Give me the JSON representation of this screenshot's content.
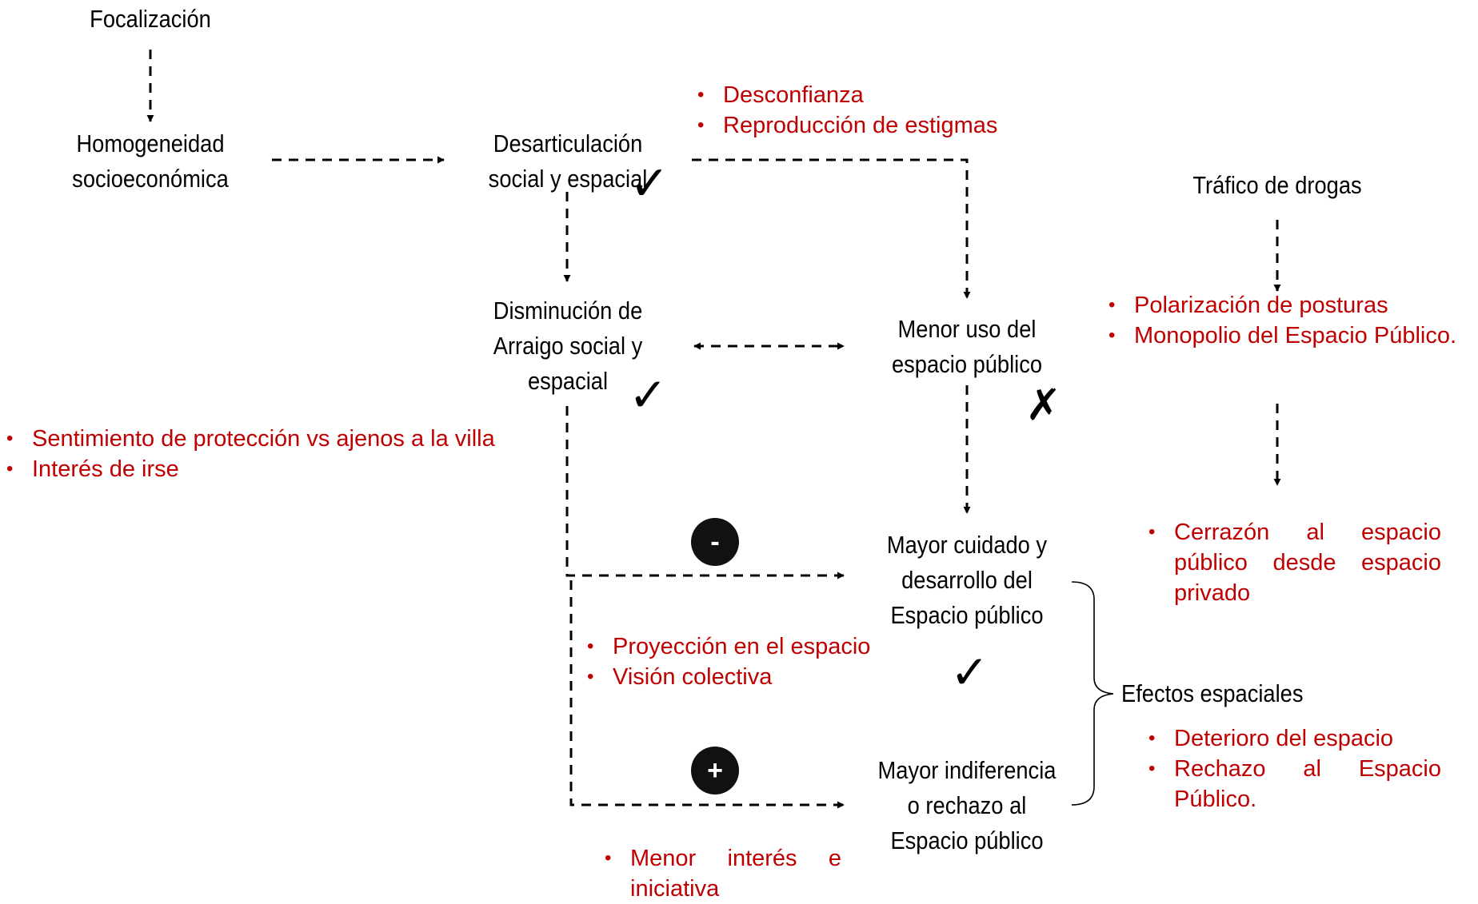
{
  "nodes": {
    "focalizacion": [
      "Focalización"
    ],
    "homogeneidad": [
      "Homogeneidad",
      "socioeconómica"
    ],
    "desarticulacion": [
      "Desarticulación",
      "social y espacial"
    ],
    "disminucion": [
      "Disminución de",
      "Arraigo social y",
      "espacial"
    ],
    "menor_uso": [
      "Menor uso del",
      "espacio público"
    ],
    "trafico": [
      "Tráfico de drogas"
    ],
    "mayor_cuidado": [
      "Mayor cuidado y",
      "desarrollo del",
      "Espacio público"
    ],
    "mayor_indiferencia": [
      "Mayor indiferencia",
      "o rechazo al",
      "Espacio público"
    ],
    "efectos": [
      "Efectos espaciales"
    ]
  },
  "bullets": {
    "desconfianza": [
      "Desconfianza",
      "Reproducción de estigmas"
    ],
    "sentimiento": [
      "Sentimiento de protección vs ajenos a la villa",
      "Interés de irse"
    ],
    "polarizacion": [
      "Polarización de posturas",
      "Monopolio del Espacio Público."
    ],
    "cerrazon": [
      "Cerrazón al espacio público desde espacio privado"
    ],
    "proyeccion": [
      "Proyección en el espacio",
      "Visión colectiva"
    ],
    "deterioro": [
      "Deterioro del espacio",
      "Rechazo al Espacio Público."
    ],
    "menor_interes": [
      "Menor interés e iniciativa"
    ]
  },
  "badges": {
    "minus": "-",
    "plus": "+"
  },
  "marks": {
    "check": "✓",
    "cross": "✗"
  },
  "colors": {
    "bullet_text": "#c00000",
    "text": "#000000",
    "badge": "#111111"
  }
}
